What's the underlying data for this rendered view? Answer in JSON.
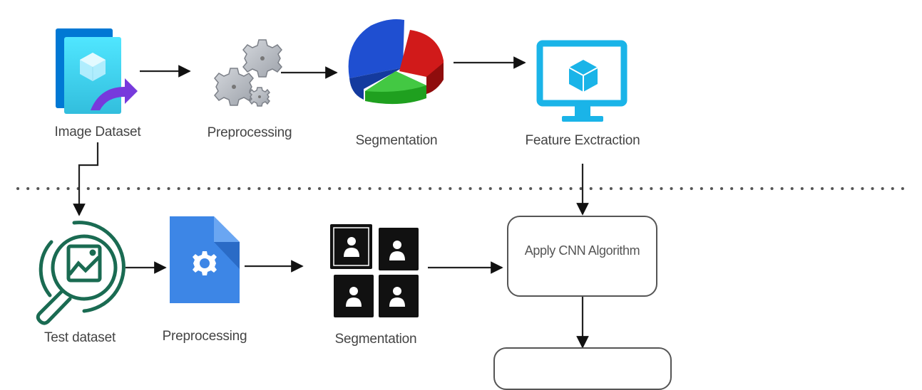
{
  "diagram": {
    "training_row": {
      "nodes": [
        {
          "id": "image-dataset",
          "label": "Image Dataset",
          "icon": "image-dataset-icon"
        },
        {
          "id": "preprocessing-train",
          "label": "Preprocessing",
          "icon": "gears-icon"
        },
        {
          "id": "segmentation-train",
          "label": "Segmentation",
          "icon": "pie-chart-icon"
        },
        {
          "id": "feature-extraction",
          "label": "Feature Exctraction",
          "icon": "monitor-cube-icon"
        }
      ]
    },
    "testing_row": {
      "nodes": [
        {
          "id": "test-dataset",
          "label": "Test dataset",
          "icon": "image-search-icon"
        },
        {
          "id": "preprocessing-test",
          "label": "Preprocessing",
          "icon": "document-gear-icon"
        },
        {
          "id": "segmentation-test",
          "label": "Segmentation",
          "icon": "face-grid-icon"
        },
        {
          "id": "apply-cnn",
          "label": "Apply CNN Algorithm",
          "shape": "rounded-rectangle"
        },
        {
          "id": "next-step",
          "label": "",
          "shape": "rounded-rectangle"
        }
      ]
    },
    "edges": [
      {
        "from": "image-dataset",
        "to": "preprocessing-train"
      },
      {
        "from": "preprocessing-train",
        "to": "segmentation-train"
      },
      {
        "from": "segmentation-train",
        "to": "feature-extraction"
      },
      {
        "from": "image-dataset",
        "to": "test-dataset"
      },
      {
        "from": "feature-extraction",
        "to": "apply-cnn"
      },
      {
        "from": "test-dataset",
        "to": "preprocessing-test"
      },
      {
        "from": "preprocessing-test",
        "to": "segmentation-test"
      },
      {
        "from": "segmentation-test",
        "to": "apply-cnn"
      },
      {
        "from": "apply-cnn",
        "to": "next-step"
      }
    ],
    "separator": "dotted-line",
    "colors": {
      "azure_blue": "#0078d4",
      "azure_light": "#50e6ff",
      "arrow_purple": "#773adc",
      "gear_gray": "#b8bcc4",
      "pie_blue": "#1f4fd1",
      "pie_red": "#d11a1a",
      "pie_green": "#1fa01f",
      "monitor_cyan": "#1ab4e8",
      "search_green": "#1a6b52",
      "doc_blue": "#3d86e6",
      "line": "#222222"
    }
  }
}
